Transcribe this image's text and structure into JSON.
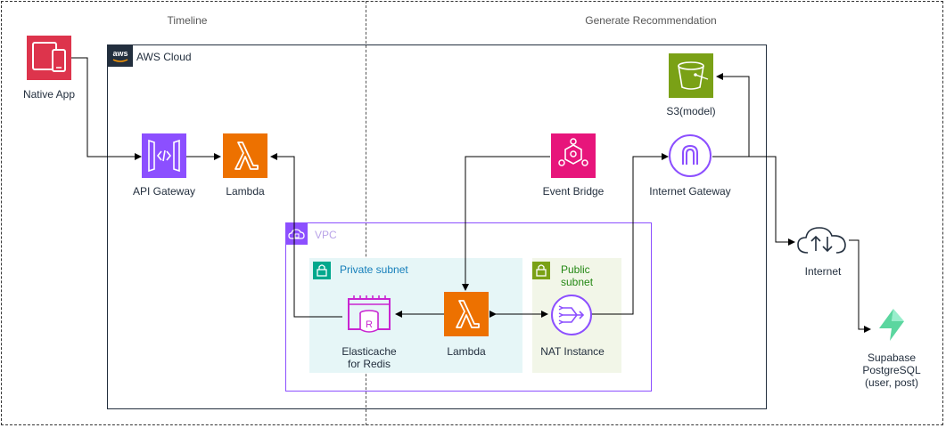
{
  "sections": {
    "timeline": "Timeline",
    "generate": "Generate Recommendation"
  },
  "groups": {
    "aws_cloud": "AWS Cloud",
    "vpc": "VPC",
    "private_subnet": "Private subnet",
    "public_subnet_line1": "Public",
    "public_subnet_line2": "subnet"
  },
  "nodes": {
    "native_app": "Native App",
    "api_gateway": "API Gateway",
    "lambda_api": "Lambda",
    "event_bridge": "Event Bridge",
    "internet_gateway": "Internet Gateway",
    "s3": "S3(model)",
    "internet": "Internet",
    "elasticache_line1": "Elasticache",
    "elasticache_line2": "for Redis",
    "lambda_vpc": "Lambda",
    "nat": "NAT Instance",
    "supabase_line1": "Supabase",
    "supabase_line2": "PostgreSQL",
    "supabase_line3": "(user, post)"
  },
  "colors": {
    "app": "#dd344c",
    "compute": "#ed7100",
    "network": "#8c4fff",
    "storage": "#7aa116",
    "integration": "#e7157b",
    "private_subnet_accent": "#01a88d",
    "public_subnet_accent": "#7aa116",
    "supabase": "#3ecf8e"
  }
}
